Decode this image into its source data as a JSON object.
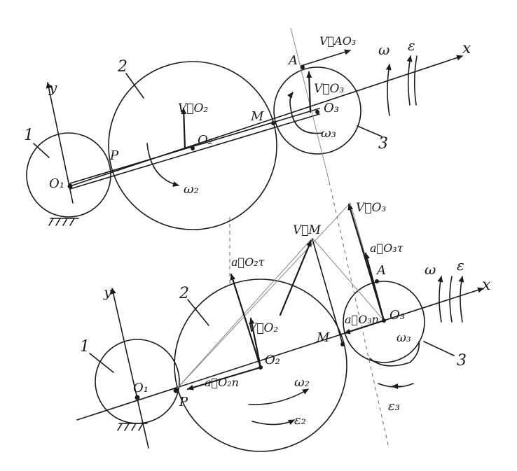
{
  "top": {
    "labels": {
      "y": "y",
      "x": "x",
      "n1": "1",
      "n2": "2",
      "n3": "3",
      "O1": "O₁",
      "O2": "O₂",
      "O3": "O₃",
      "P": "P",
      "M": "M",
      "A": "A",
      "VO2": "V⃗O₂",
      "VO3": "V⃗O₃",
      "VAO3": "V⃗AO₃",
      "w2": "ω₂",
      "w3": "ω₃",
      "w": "ω",
      "e": "ε"
    }
  },
  "bottom": {
    "labels": {
      "y": "y",
      "x": "x",
      "n1": "1",
      "n2": "2",
      "n3": "3",
      "O1": "O₁",
      "O2": "O₂",
      "O3": "O₃",
      "P": "P",
      "M": "M",
      "A": "A",
      "VO2": "V⃗O₂",
      "VO3": "V⃗O₃",
      "VM": "V⃗M",
      "aO2t": "a⃗O₂τ",
      "aO2n": "a⃗O₂n",
      "aO3t": "a⃗O₃τ",
      "aO3n": "a⃗O₃n",
      "w2": "ω₂",
      "w3": "ω₃",
      "e2": "ε₂",
      "e3": "ε₃",
      "w": "ω",
      "e": "ε"
    }
  }
}
